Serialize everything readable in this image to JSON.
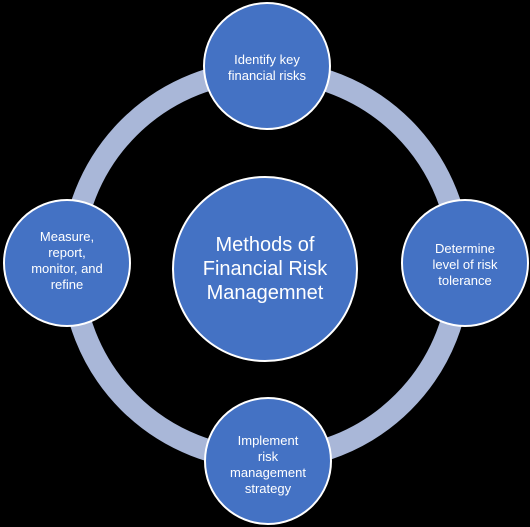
{
  "diagram": {
    "center_label": "Methods of\nFinancial Risk\nManagemnet",
    "nodes": [
      {
        "position": "top",
        "label": "Identify key\nfinancial risks"
      },
      {
        "position": "right",
        "label": "Determine\nlevel of risk\ntolerance"
      },
      {
        "position": "bottom",
        "label": "Implement\nrisk\nmanagement\nstrategy"
      },
      {
        "position": "left",
        "label": "Measure,\nreport,\nmonitor, and\nrefine"
      }
    ],
    "colors": {
      "background": "#000000",
      "node_fill": "#4472c4",
      "node_border": "#ffffff",
      "ring": "#a9b7d8",
      "text": "#ffffff"
    }
  }
}
